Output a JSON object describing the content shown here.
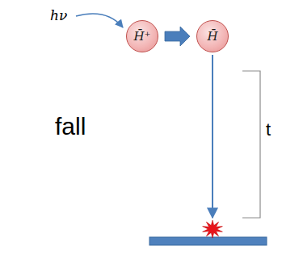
{
  "diagram": {
    "nodes": [
      {
        "text": [
          "H̄⁺"
        ]
      },
      {
        "text": [
          "H̄"
        ]
      }
    ],
    "edges": [
      {
        "from": 0,
        "to": 1,
        "arrow": "to"
      }
    ],
    "labels": [
      "hν",
      "fall",
      "t"
    ]
  }
}
